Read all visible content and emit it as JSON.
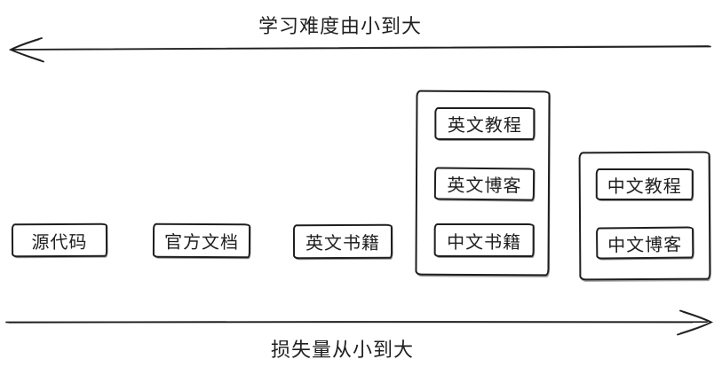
{
  "canvas": {
    "background": "#ffffff",
    "stroke_color": "#1e1e1e"
  },
  "top_axis": {
    "label": "学习难度由小到大",
    "arrow_direction": "left"
  },
  "bottom_axis": {
    "label": "损失量从小到大",
    "arrow_direction": "right"
  },
  "boxes": [
    {
      "label": "源代码"
    },
    {
      "label": "官方文档"
    },
    {
      "label": "英文书籍"
    }
  ],
  "groups": [
    {
      "items": [
        {
          "label": "英文教程"
        },
        {
          "label": "英文博客"
        },
        {
          "label": "中文书籍"
        }
      ]
    },
    {
      "items": [
        {
          "label": "中文教程"
        },
        {
          "label": "中文博客"
        }
      ]
    }
  ]
}
